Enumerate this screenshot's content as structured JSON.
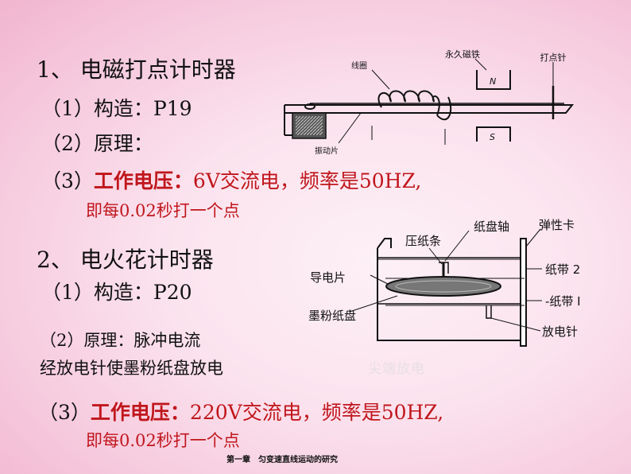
{
  "section1": {
    "title": "1、 电磁打点计时器",
    "item1": "（1）构造：P19",
    "item2": "（2）原理：",
    "item3_prefix": "（3）",
    "item3_label": "工作电压：",
    "item3_value": "6V交流电，频率是50HZ,",
    "item3_line2": "即每0.02秒打一个点"
  },
  "section2": {
    "title": "2、 电火花计时器",
    "item1": "（1）构造：P20",
    "item2_line1": "（2）原理：脉冲电流",
    "item2_line2": "经放电针使墨粉纸盘放电",
    "ghost_label": "尖端放电",
    "item3_prefix": "（3）",
    "item3_label": "工作电压：",
    "item3_value": "220V交流电，频率是50HZ,",
    "item3_line2": "即每0.02秒打一个点"
  },
  "diagram1": {
    "coil": "线圈",
    "magnet": "永久磁铁",
    "needle": "打点针",
    "vibrator": "振动片",
    "pole_n": "N",
    "pole_s": "S"
  },
  "diagram2": {
    "disc_axis": "纸盘轴",
    "spring_clip": "弹性卡",
    "press_bar": "压纸条",
    "conductor": "导电片",
    "tape2": "纸带 2",
    "tape1": "-纸带 I",
    "ink_disc": "墨粉纸盘",
    "discharge_needle": "放电针"
  },
  "footer": "第一章　匀变速直线运动的研究",
  "colors": {
    "accent": "#c0161c",
    "background": "#fbe3ee"
  }
}
